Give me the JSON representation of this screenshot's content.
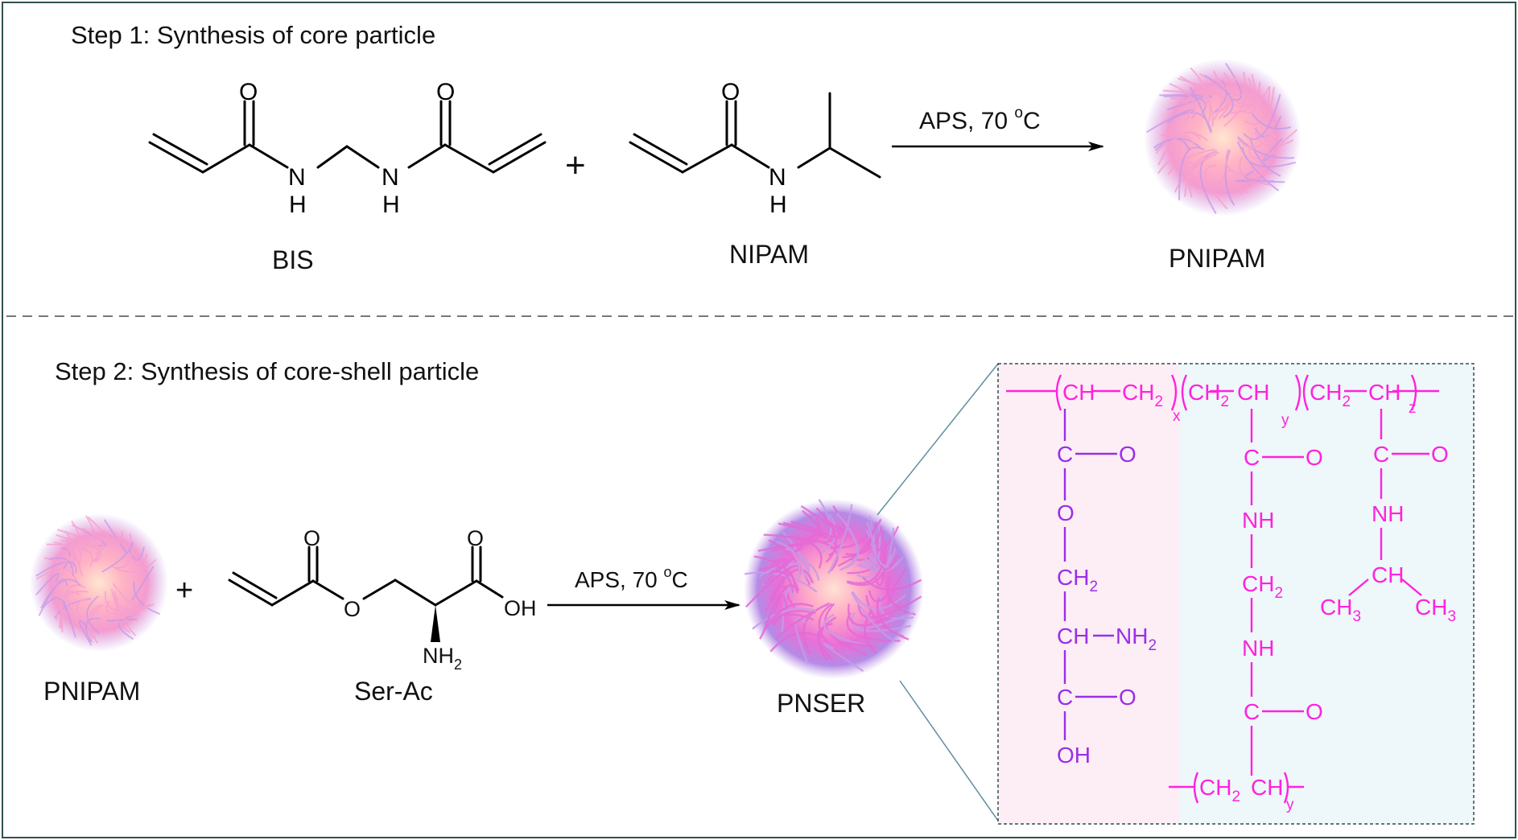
{
  "steps": {
    "step1": "Step 1: Synthesis of core particle",
    "step2": "Step 2: Synthesis of core-shell particle"
  },
  "compounds": {
    "bis": "BIS",
    "nipam": "NIPAM",
    "pnipam": "PNIPAM",
    "pnipam2": "PNIPAM",
    "serac": "Ser-Ac",
    "pnser": "PNSER"
  },
  "conditions": {
    "arrow1": "APS, 70",
    "arrow2": "APS, 70",
    "degree": "o",
    "unit": "C"
  },
  "atoms": {
    "O": "O",
    "N": "N",
    "H": "H",
    "OH": "OH",
    "NH2": "NH",
    "sub2": "2",
    "plus": "+"
  },
  "polymer": {
    "CH": "CH",
    "CH2": "CH",
    "C": "C",
    "O": "O",
    "OH": "OH",
    "NH": "NH",
    "NH2": "NH",
    "CH3": "CH",
    "two": "2",
    "three": "3",
    "x": "x",
    "y": "y",
    "z": "z"
  },
  "colors": {
    "frame": "#2f4f4f",
    "divider": "#777777",
    "pink_panel": "#fdeef6",
    "blue_panel": "#eef7f9",
    "polymer_pink": "#ff22dd",
    "polymer_purple": "#9a2fe6"
  }
}
